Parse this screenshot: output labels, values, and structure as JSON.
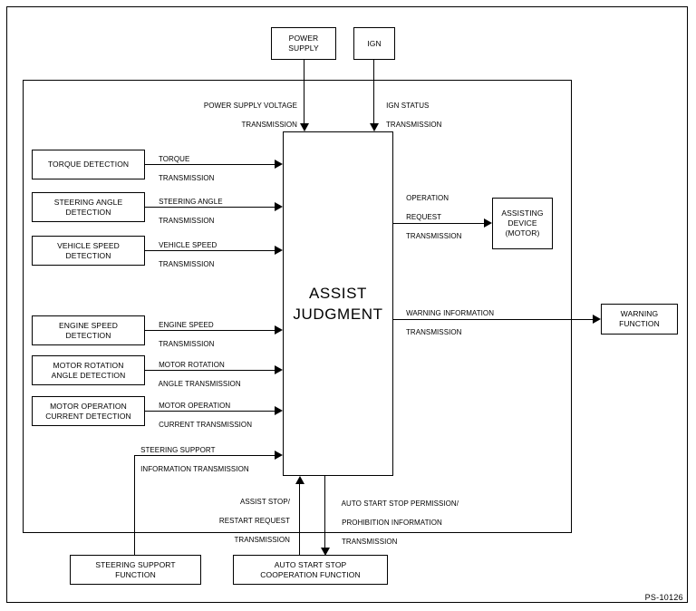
{
  "diagram": {
    "code_label": "PS-10126",
    "central_node": {
      "line1": "ASSIST",
      "line2": "JUDGMENT"
    },
    "top_sources": [
      {
        "name": "power-supply",
        "line1": "POWER",
        "line2": "SUPPLY"
      },
      {
        "name": "ign",
        "line1": "IGN",
        "line2": ""
      }
    ],
    "top_signals": [
      {
        "name": "power-supply-voltage-transmission",
        "line1": "POWER SUPPLY VOLTAGE",
        "line2": "TRANSMISSION"
      },
      {
        "name": "ign-status-transmission",
        "line1": "IGN STATUS",
        "line2": "TRANSMISSION"
      }
    ],
    "left_inputs": [
      {
        "name": "torque-detection",
        "line1": "TORQUE DETECTION",
        "line2": "",
        "signal_line1": "TORQUE",
        "signal_line2": "TRANSMISSION"
      },
      {
        "name": "steering-angle-detection",
        "line1": "STEERING ANGLE",
        "line2": "DETECTION",
        "signal_line1": "STEERING ANGLE",
        "signal_line2": "TRANSMISSION"
      },
      {
        "name": "vehicle-speed-detection",
        "line1": "VEHICLE SPEED",
        "line2": "DETECTION",
        "signal_line1": "VEHICLE SPEED",
        "signal_line2": "TRANSMISSION"
      },
      {
        "name": "engine-speed-detection",
        "line1": "ENGINE SPEED",
        "line2": "DETECTION",
        "signal_line1": "ENGINE SPEED",
        "signal_line2": "TRANSMISSION"
      },
      {
        "name": "motor-rotation-angle-detection",
        "line1": "MOTOR ROTATION",
        "line2": "ANGLE DETECTION",
        "signal_line1": "MOTOR ROTATION",
        "signal_line2": "ANGLE TRANSMISSION"
      },
      {
        "name": "motor-operation-current-detection",
        "line1": "MOTOR OPERATION",
        "line2": "CURRENT DETECTION",
        "signal_line1": "MOTOR OPERATION",
        "signal_line2": "CURRENT TRANSMISSION"
      }
    ],
    "right_outputs": [
      {
        "name": "assisting-device-motor",
        "line1": "ASSISTING",
        "line2": "DEVICE",
        "line3": "(MOTOR)",
        "signal_line1": "OPERATION",
        "signal_line2": "REQUEST",
        "signal_line3": "TRANSMISSION"
      },
      {
        "name": "warning-function",
        "line1": "WARNING",
        "line2": "FUNCTION",
        "line3": "",
        "signal_line1": "WARNING INFORMATION",
        "signal_line2": "TRANSMISSION",
        "signal_line3": ""
      }
    ],
    "bottom_nodes": [
      {
        "name": "steering-support-function",
        "line1": "STEERING SUPPORT",
        "line2": "FUNCTION"
      },
      {
        "name": "auto-start-stop-cooperation-function",
        "line1": "AUTO START STOP",
        "line2": "COOPERATION FUNCTION"
      }
    ],
    "bottom_signals": [
      {
        "name": "steering-support-information-transmission",
        "line1": "STEERING SUPPORT",
        "line2": "INFORMATION TRANSMISSION",
        "line3": ""
      },
      {
        "name": "assist-stop-restart-request-transmission",
        "line1": "ASSIST STOP/",
        "line2": "RESTART REQUEST",
        "line3": "TRANSMISSION"
      },
      {
        "name": "auto-start-stop-permission-prohibition-information-transmission",
        "line1": "AUTO START STOP PERMISSION/",
        "line2": "PROHIBITION INFORMATION",
        "line3": "TRANSMISSION"
      }
    ]
  }
}
